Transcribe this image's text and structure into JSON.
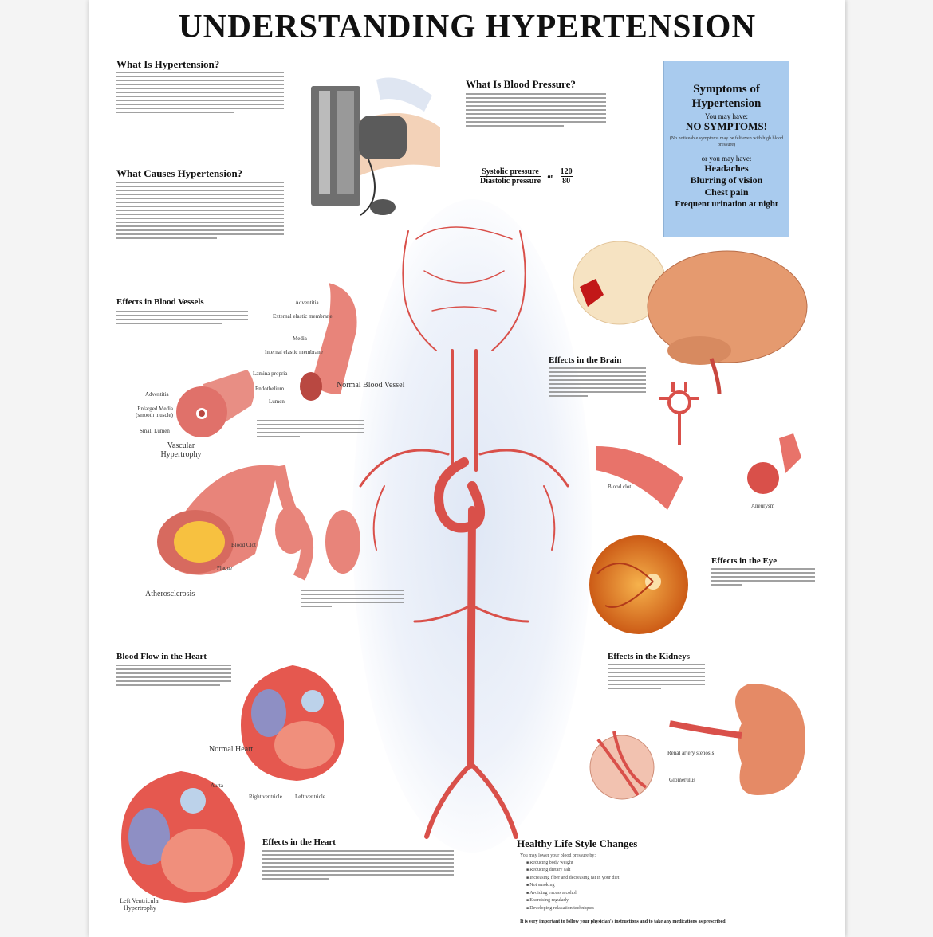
{
  "title": "UNDERSTANDING HYPERTENSION",
  "sections": {
    "what_is": "What Is Hypertension?",
    "what_causes": "What Causes Hypertension?",
    "blood_pressure": "What Is Blood Pressure?",
    "vessels": "Effects in Blood Vessels",
    "brain": "Effects in the Brain",
    "eye": "Effects in the Eye",
    "heart_flow": "Blood Flow in the Heart",
    "kidneys": "Effects in the Kidneys",
    "heart": "Effects in the Heart",
    "lifestyle": "Healthy Life Style Changes"
  },
  "bp_formula": {
    "systolic": "Systolic pressure",
    "diastolic": "Diastolic pressure",
    "or": "or",
    "top": "120",
    "bottom": "80"
  },
  "symptoms": {
    "title": "Symptoms of Hypertension",
    "may_have": "You may have:",
    "none": "NO SYMPTOMS!",
    "note": "(No noticeable symptoms may be felt even with high blood pressure)",
    "or_may": "or you may have:",
    "items": [
      "Headaches",
      "Blurring of vision",
      "Chest pain",
      "Frequent urination at night"
    ]
  },
  "lifestyle": {
    "intro": "You may lower your blood pressure by:",
    "items": [
      "Reducing body weight",
      "Reducing dietary salt",
      "Increasing fiber and decreasing fat in your diet",
      "Not smoking",
      "Avoiding excess alcohol",
      "Exercising regularly",
      "Developing relaxation techniques"
    ],
    "note": "It is very important to follow your physician's instructions and to take any medications as prescribed."
  },
  "labels": {
    "adventitia": "Adventitia",
    "ext_elastic": "External elastic membrane",
    "media": "Media",
    "int_elastic": "Internal elastic membrane",
    "lamina": "Lamina propria",
    "endothelium": "Endothelium",
    "lumen": "Lumen",
    "normal_vessel": "Normal Blood Vessel",
    "adventitia2": "Adventitia",
    "enlarged_media": "Enlarged Media (smooth muscle)",
    "small_lumen": "Small Lumen",
    "vascular_hyp": "Vascular Hypertrophy",
    "atherosclerosis": "Atherosclerosis",
    "plaque": "Plaque",
    "blood_clot": "Blood Clot",
    "blood_clot2": "Blood clot",
    "aneurysm": "Aneurysm",
    "normal_heart": "Normal Heart",
    "aorta": "Aorta",
    "right_ventricle": "Right ventricle",
    "left_ventricle": "Left ventricle",
    "lvh": "Left Ventricular Hypertrophy",
    "renal": "Renal artery stenosis",
    "glomerulus": "Glomerulus"
  },
  "colors": {
    "artery": "#d9504a",
    "tissue": "#f0a38f",
    "symptom_box": "#a9cbee",
    "brain": "#e59a6f"
  }
}
